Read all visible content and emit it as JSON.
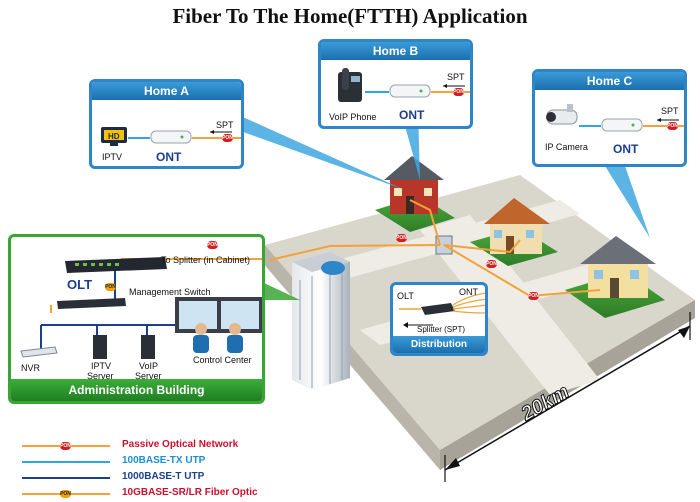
{
  "title": "Fiber To The Home(FTTH) Application",
  "home_a": {
    "title": "Home A",
    "device_left": "IPTV",
    "device_mid": "ONT",
    "link": "SPT"
  },
  "home_b": {
    "title": "Home B",
    "device_left": "VoIP Phone",
    "device_mid": "ONT",
    "link": "SPT"
  },
  "home_c": {
    "title": "Home C",
    "device_left": "IP Camera",
    "device_mid": "ONT",
    "link": "SPT"
  },
  "admin": {
    "title": "Administration Building",
    "olt": "OLT",
    "to_splitter": "To Splitter (in Cabinet)",
    "mgmt_switch": "Management Switch",
    "nvr": "NVR",
    "iptv_server_1": "IPTV",
    "iptv_server_2": "Server",
    "voip_server_1": "VoIP",
    "voip_server_2": "Server",
    "control_center": "Control Center"
  },
  "cabinet": {
    "title": "Distribution Cabinet",
    "olt": "OLT",
    "ont": "ONT",
    "splitter": "Splitter (SPT)"
  },
  "distance": "20km",
  "pon_badge": "PON",
  "legend": [
    {
      "label": "Passive Optical Network",
      "color": "#c8102e",
      "line": "#f2a23a"
    },
    {
      "label": "100BASE-TX UTP",
      "color": "#1b8fd6",
      "line": "#2ea7e0"
    },
    {
      "label": "1000BASE-T UTP",
      "color": "#1a3f8f",
      "line": "#1a3f8f"
    },
    {
      "label": "10GBASE-SR/LR Fiber Optic",
      "color": "#c8102e",
      "line": "#f2a23a"
    }
  ],
  "colors": {
    "pon": "#f2a23a",
    "utp100": "#2ea7e0",
    "utp1000": "#1a3f8f",
    "accent_blue": "#2e86c8",
    "accent_green": "#3aa535"
  }
}
